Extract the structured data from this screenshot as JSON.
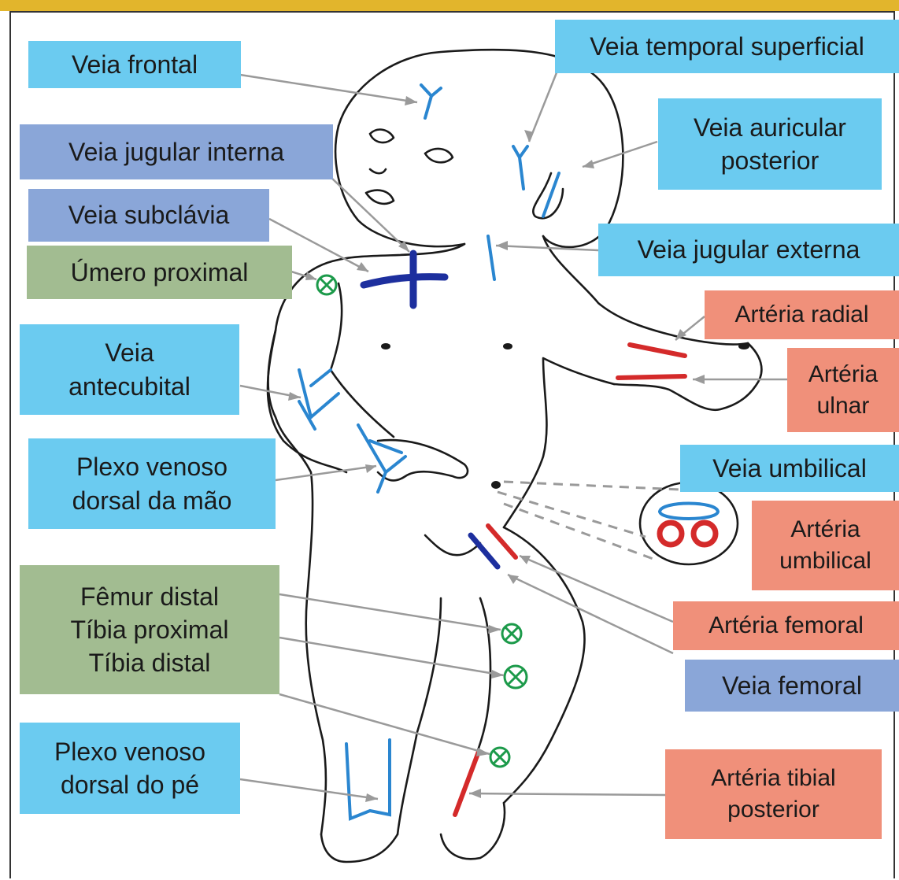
{
  "colors": {
    "superficial_vein_box": "#6bcbf0",
    "deep_vein_box": "#8aa6d8",
    "artery_box": "#f0907a",
    "bone_box": "#a2bc91",
    "vein_stroke_light": "#2a86d0",
    "vein_stroke_dark": "#1d2f9e",
    "artery_stroke": "#d42a2a",
    "intraosseous_marker": "#1c9a4a",
    "leader_line": "#9a9a9a",
    "top_bar": "#e2b52c"
  },
  "labels": {
    "veia_frontal": "Veia frontal",
    "veia_temporal_superficial": "Veia temporal superficial",
    "veia_auricular_posterior": "Veia auricular\nposterior",
    "veia_jugular_interna": "Veia jugular interna",
    "veia_subclavia": "Veia subclávia",
    "umero_proximal": "Úmero proximal",
    "veia_jugular_externa": "Veia jugular externa",
    "arteria_radial": "Artéria radial",
    "veia_antecubital": "Veia\nantecubital",
    "arteria_ulnar": "Artéria\nulnar",
    "plexo_venoso_mao": "Plexo venoso\ndorsal da mão",
    "veia_umbilical": "Veia umbilical",
    "arteria_umbilical": "Artéria\numbilical",
    "femur_tibia": "Fêmur distal\nTíbia proximal\nTíbia distal",
    "arteria_femoral": "Artéria femoral",
    "veia_femoral": "Veia femoral",
    "plexo_venoso_pe": "Plexo venoso\ndorsal do pé",
    "arteria_tibial_posterior": "Artéria tibial\nposterior"
  }
}
